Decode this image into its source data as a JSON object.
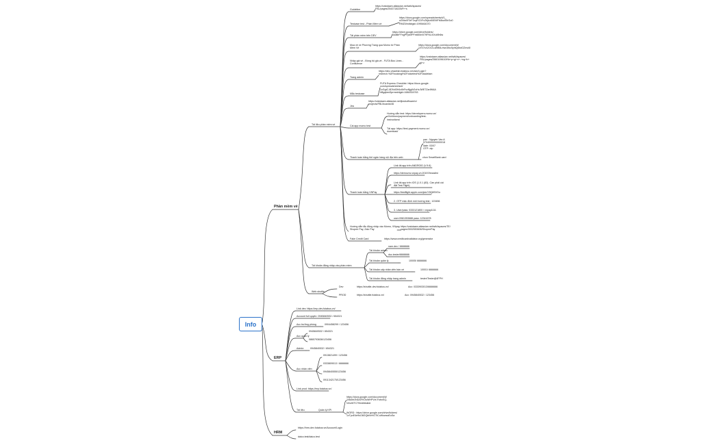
{
  "root": "Info",
  "sections": {
    "phan_mem_ve": "Phần mềm vé",
    "erp": "ERP",
    "hrm": "HRM"
  },
  "phan_mem_ve": {
    "tai_lieu": "Tài liệu phần mềm vé",
    "guideline": "Guideline",
    "guideline_url": [
      "https://vatotaam.atlassian.net/wiki/spaces/",
      "FBL/pages/2543718225/Fr+s"
    ],
    "testcase_label": "Testcase test - Phần Mềm vé",
    "testcase_url": [
      "https://docs.google.com/spreadsheets/d/1_",
      "sGMaXF3rF1eyECDFxZ6jAz50EMFM8ov55rGo0",
      "RMZ0/edit#gid=1995464370"
    ],
    "tai_pm_dev_label": "Tải phần mềm trên DEV",
    "tai_pm_dev_url": [
      "https://drive.google.com/drive/folders/",
      "1kdBrFFngPFjdnfPFekB0eXl79FNLiXXoMh6w"
    ],
    "mua_ve_label": [
      "Mua vé xe Phương Trang qua Momo từ Phần",
      "Mềm Vé"
    ],
    "mua_ve_url": [
      "https://docs.google.com/document/d/",
      "1XS7sX2OOLuWB5LrIwn3Ibz5yhlQ6bdOZmc6l"
    ],
    "nhap_gia_label": [
      "Nhập giá vé - Đồng bộ giá vé - FUTA Bus Lines -",
      "Confluence"
    ],
    "nhap_gia_url": [
      "https://vatotaam.atlassian.net/wiki/spaces/",
      "FBL/pages/2560109610/Nh+p+gi+v+-+ng+b+",
      "gi+v"
    ],
    "trang_admin_label": "Trang admin",
    "trang_admin_url": [
      "https://dev-vbadmin.futabus.vn/User/Login?",
      "redirect=%2Fbookingt%2Fdoketest%2Fotadetam"
    ],
    "mau_testcase_label": "Mẫu testcase",
    "mau_testcase_url": [
      "FUTA Express Checklist: https://docs.google.",
      "com/spreadsheets/d/",
      "1vGgtC-8DNd3H4c6hFsxNjgWJoHcJWE7ZarfWAA",
      "hBgqbed3prme#dgid=1684304763"
    ],
    "jira_label": "Jira",
    "jira_url": [
      "https://vatotaam.atlassian.net/jira/software/c/",
      "projects/FBL/boards/46"
    ],
    "cai_app_label": "Cài app momo test",
    "cai_app_huong_dan": [
      "Hướng dẫn test: https://developers.momo.vn/",
      "v3/vi/docs/payment/onboarding/test-",
      "instructions/"
    ],
    "cai_app_tai": [
      "Tải app: https://test-payment.momo.vn/",
      "download/"
    ],
    "thanh_toan_the_label": "Thanh toán bằng thẻ ngân hàng nội địa trên web",
    "thanh_toan_the_info": [
      "pan : Nguyen Van A",
      "9704000000000018",
      "date: 03/07",
      "OTP: otp"
    ],
    "thanh_toan_the_note": "chon SmartBank card",
    "vnpay_label": "Thanh toán bằng VNPay",
    "vnpay_items": [
      [
        "Link tải app trên ANDROID (V.9.6)"
      ],
      [
        "https://demovnc.vnpay.vn:20157/installnt"
      ],
      [
        "Link tải app trên IOS (1.0.1 (83)- Cần phải cài",
        "đặt Test Flight)"
      ],
      [
        "https://testflight.apple.com/join/Y8Q8SVDo"
      ],
      [
        "2. OTP mặc định môi trường test : 123456"
      ],
      [
        "3. User/pass: 0333121800 / vnpay1111"
      ],
      [
        "user:0981353688 pass: 12341678"
      ]
    ],
    "huong_dan_label": [
      "Hướng dẫn tắc động nhập vào Momo, VNpay,",
      "Shopee Pay, Zalo Pay"
    ],
    "huong_dan_url": [
      "https://vatotaam.atlassian.net/wiki/spaces/TE/",
      "pages/3002553606/ShopeePay"
    ],
    "fake_credit_label": "Fake Credit Card",
    "fake_credit_url": "https://www.creditcardvalidator.org/generator",
    "tai_khoan_label": "Tài khoản đăng nhập vào phần mềm",
    "tk_admin": "Tài khoản admin",
    "tk_admin_items": [
      "nam.dev / 6666666",
      "duc.tester/6666666"
    ],
    "tk_quan_ly": "Tài khoản quản lý",
    "tk_quan_ly_val": "10005/ 6666666",
    "tk_ban_ve": "Tài khoản cấp nhân viên bán vé",
    "tk_ban_ve_val": "10001/ 6666666",
    "tk_trang_admin": "Tài khoản đăng nhập trang admin",
    "tk_trang_admin_val": "tester/Tester@4FPH",
    "web_shuttle": "Web shuttle",
    "dev_label": "Dev",
    "dev_url": "https://shuttle-dev.futabus.vn/",
    "dev_acc": "Acc: 0333903013/6666666",
    "prod_label": "PROD",
    "prod_url": "https://shuttle.futabus.vn/",
    "prod_acc": "Acc: 0945840532 / 123456"
  },
  "erp": {
    "link_dev": "Link dev: https://erp-dev.futabus.vn/",
    "account_full": "Account full quyền: 0945840532 / 654321",
    "acc_truong_phong": "Acc trưởng phòng",
    "acc_truong_phong_val": "0904458299 / 123456",
    "acc_quan_ly": "Acc quản lý",
    "acc_quan_ly_items": [
      "0945840532 / 654321",
      "0865793636/123456"
    ],
    "admin_label": "Admin:",
    "admin_val": "0945840532 / 654321",
    "acc_nhan_vien": "Acc nhân viên",
    "acc_nhan_vien_items": [
      "0913821499 / 123456",
      "0333809013 / 6666666",
      "0945840555/123456",
      "0911342175/123456"
    ],
    "link_prod": "Link prod: https://erp.futabus.vn/",
    "tai_lieu": "Tài liệu",
    "quan_ly_kpi": "Quản lý KPI",
    "kpi_doc": [
      "https://docs.google.com/document/d/",
      "1Nk3hfJNDAFKOsWHPVvf-FoboSQ-",
      "NXoWTC79/edit#slide"
    ],
    "word_doc": [
      "WORD : https://drive.google.com/drive/folders/",
      "1vTpxE4e9sO8GQkKeHGTtCoWowsaEuSa"
    ]
  },
  "hrm": {
    "link": "https://hrm-dev.futabus.vn/Account/Login",
    "acc": "daico.test/daico.test"
  },
  "colors": {
    "root_border": "#2a72c9",
    "root_text": "#2a72c9",
    "link_line": "#333333"
  }
}
